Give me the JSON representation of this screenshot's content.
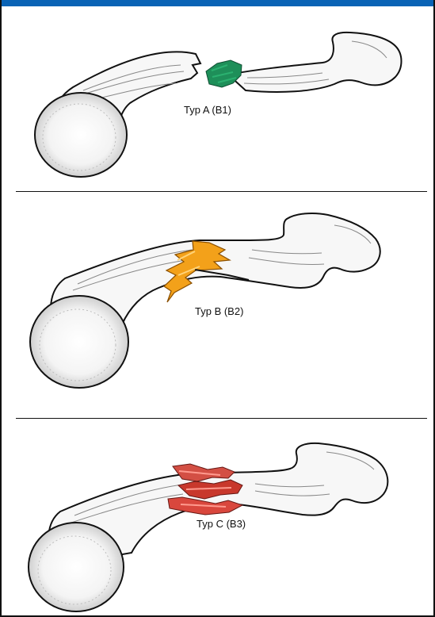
{
  "panels": [
    {
      "label": "Typ A (B1)",
      "fracture_color": "#1e8f59"
    },
    {
      "label": "Typ B (B2)",
      "fracture_color": "#f3a11a"
    },
    {
      "label": "Typ C (B3)",
      "fracture_color": "#c8382c"
    }
  ]
}
